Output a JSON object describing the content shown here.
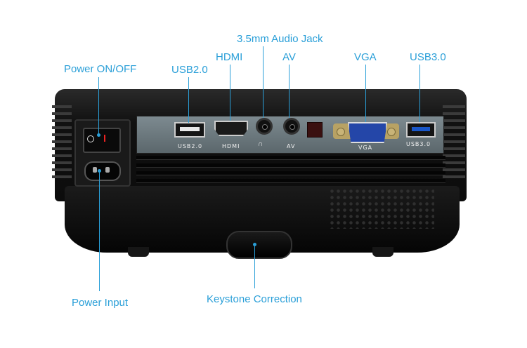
{
  "labels": {
    "audio_jack": "3.5mm Audio Jack",
    "power_switch": "Power ON/OFF",
    "usb2": "USB2.0",
    "hdmi": "HDMI",
    "av": "AV",
    "vga": "VGA",
    "usb3": "USB3.0",
    "power_input": "Power Input",
    "keystone": "Keystone Correction"
  },
  "panel_labels": {
    "usb2": "USB2.0",
    "hdmi": "HDMI",
    "av": "AV",
    "vga": "VGA",
    "usb3": "USB3.0"
  },
  "icons": {
    "headphone": "headphone-icon"
  },
  "colors": {
    "callout": "#2a9fd8",
    "projector_body": "#111111",
    "vga_port": "#2446a8",
    "usb3_port": "#1a57c8"
  }
}
